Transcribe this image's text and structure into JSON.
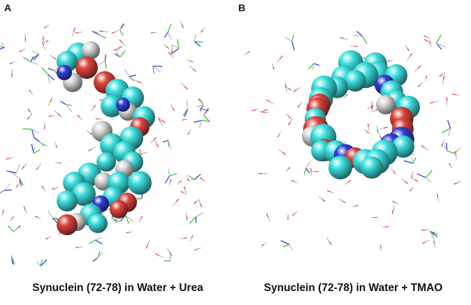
{
  "panels": [
    {
      "letter": "A",
      "caption": "Synuclein (72-78) in Water + Urea"
    },
    {
      "letter": "B",
      "caption": "Synuclein (72-78) in Water + TMAO"
    }
  ],
  "colors": {
    "carbon": "#3fe0e0",
    "oxygen": "#e0453f",
    "nitrogen": "#2f3fd8",
    "hydrogen": "#d8d8d8",
    "cosolvent": "#3ac23a"
  }
}
